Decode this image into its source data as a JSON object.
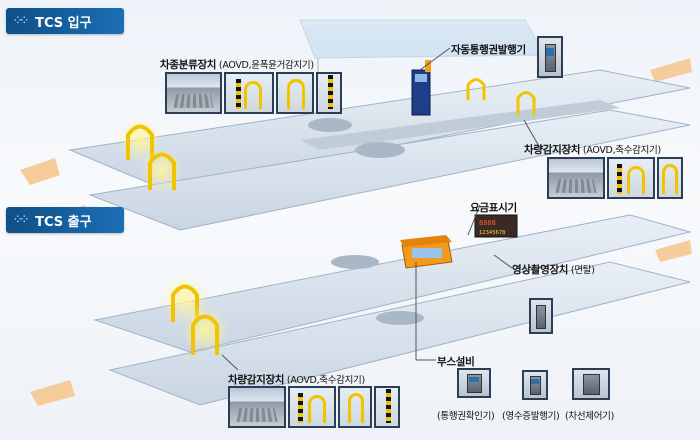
{
  "sections": {
    "entry": {
      "title": "TCS 입구"
    },
    "exit": {
      "title": "TCS 출구"
    }
  },
  "labels": {
    "vehicle_classifier": {
      "main": "차종분류장치",
      "sub": "(AOVD,윤폭윤거감지기)"
    },
    "auto_ticket": {
      "main": "자동통행권발행기",
      "sub": ""
    },
    "entry_detector": {
      "main": "차량감지장치",
      "sub": "(AOVD,축수감지기)"
    },
    "fare_display": {
      "main": "요금표시기",
      "sub": ""
    },
    "video_camera": {
      "main": "영상촬영장치",
      "sub": "(면탈)"
    },
    "booth": {
      "main": "부스설비",
      "sub": ""
    },
    "exit_detector": {
      "main": "차량감지장치",
      "sub": "(AOVD,축수감지기)"
    },
    "ticket_checker": {
      "main": "(통행권확인기)",
      "sub": ""
    },
    "receipt_printer": {
      "main": "(영수증발행기)",
      "sub": ""
    },
    "lane_controller": {
      "main": "(차선제어기)",
      "sub": ""
    }
  },
  "fare_sign_text": {
    "line1": "8888",
    "line2": "12345678"
  },
  "colors": {
    "tag_blue": "#0f4f86",
    "road": "#d6e0ea",
    "road_edge": "#9fb3c7",
    "yellow": "#f2c400",
    "booth_orange": "#f39a1d",
    "chevron": "#f6c48a"
  }
}
